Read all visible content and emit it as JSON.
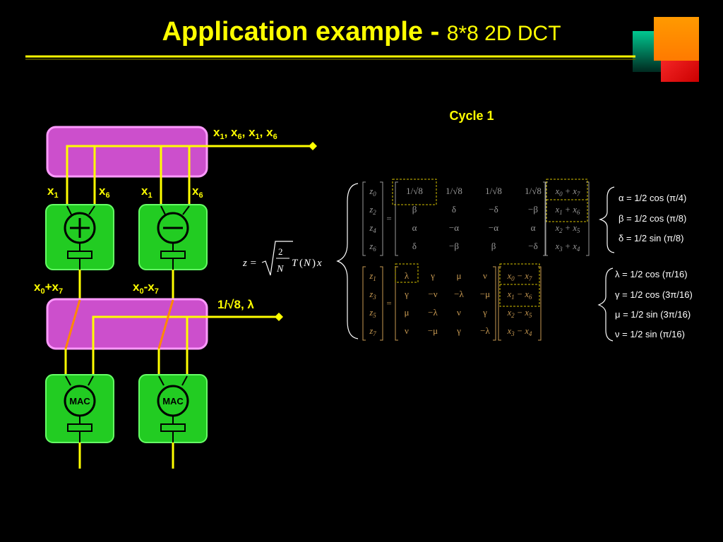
{
  "title": {
    "main": "Application example - ",
    "sub": "8*8 2D DCT"
  },
  "cycle_label": "Cycle 1",
  "top_bus_label": "x1, x6, x1, x6",
  "lower_bus_label": "1/√8, λ",
  "input_labels": [
    "x1",
    "x6",
    "x1",
    "x6"
  ],
  "output_labels": [
    "x0+x7",
    "x0-x7"
  ],
  "units": {
    "adder": "add",
    "subtractor": "subtract",
    "mac_left": "MAC",
    "mac_right": "MAC"
  },
  "formula": "z = √(2/N) T(N) x",
  "even_matrix": {
    "z": [
      "z0",
      "z2",
      "z4",
      "z6"
    ],
    "rows": [
      [
        "1/√8",
        "1/√8",
        "1/√8",
        "1/√8"
      ],
      [
        "β",
        "δ",
        "−δ",
        "−β"
      ],
      [
        "α",
        "−α",
        "−α",
        "α"
      ],
      [
        "δ",
        "−β",
        "β",
        "−δ"
      ]
    ],
    "x": [
      "x0 + x7",
      "x1 + x6",
      "x2 + x5",
      "x3 + x4"
    ]
  },
  "odd_matrix": {
    "z": [
      "z1",
      "z3",
      "z5",
      "z7"
    ],
    "rows": [
      [
        "λ",
        "γ",
        "μ",
        "ν"
      ],
      [
        "γ",
        "−ν",
        "−λ",
        "−μ"
      ],
      [
        "μ",
        "−λ",
        "ν",
        "γ"
      ],
      [
        "ν",
        "−μ",
        "γ",
        "−λ"
      ]
    ],
    "x": [
      "x0 − x7",
      "x1 − x6",
      "x2 − x5",
      "x3 − x4"
    ]
  },
  "even_defs": [
    "α = 1/2 cos (π/4)",
    "β = 1/2 cos (π/8)",
    "δ = 1/2 sin (π/8)"
  ],
  "odd_defs": [
    "λ = 1/2 cos (π/16)",
    "γ = 1/2 cos (3π/16)",
    "μ = 1/2 sin (3π/16)",
    "ν = 1/2 sin (π/16)"
  ],
  "colors": {
    "background": "#000000",
    "title": "#ffff00",
    "block": "#cc4fcc",
    "pe": "#22cc22",
    "wire": "#ffff00",
    "orange_wire": "#ff8800"
  }
}
